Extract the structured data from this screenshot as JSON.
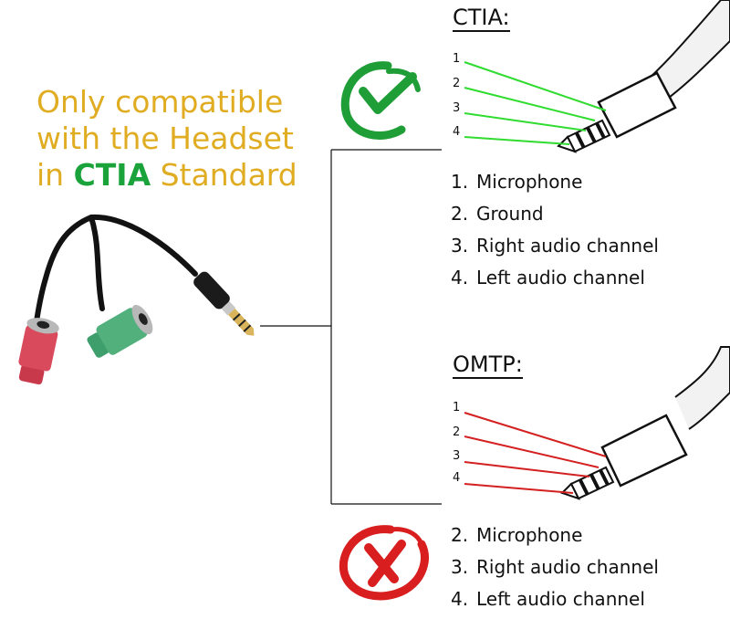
{
  "headline": {
    "line1": "Only compatible",
    "line2": "with the Headset",
    "line3_prefix": "in ",
    "line3_accent": "CTIA",
    "line3_suffix": " Standard"
  },
  "ctia": {
    "title": "CTIA:",
    "pin_numbers": [
      "1",
      "2",
      "3",
      "4"
    ],
    "items": [
      {
        "num": "1.",
        "label": "Microphone"
      },
      {
        "num": "2.",
        "label": "Ground"
      },
      {
        "num": "3.",
        "label": "Right audio channel"
      },
      {
        "num": "4.",
        "label": "Left audio channel"
      }
    ]
  },
  "omtp": {
    "title": "OMTP:",
    "pin_numbers": [
      "1",
      "2",
      "3",
      "4"
    ],
    "items": [
      {
        "num": "2.",
        "label": "Microphone"
      },
      {
        "num": "3.",
        "label": "Right audio channel"
      },
      {
        "num": "4.",
        "label": "Left audio channel"
      }
    ]
  },
  "icons": {
    "compatible": "green-checkmark-icon",
    "incompatible": "red-cross-icon",
    "adapter": "headset-splitter-cable-icon"
  },
  "colors": {
    "headline": "#e0ac22",
    "accent": "#19a33a",
    "ctia_lines": "#2fdc2f",
    "omtp_lines": "#d42020",
    "check": "#1f9e38",
    "cross": "#d81e1e",
    "plug_red": "#c9394c",
    "plug_green": "#3e9e6c"
  }
}
